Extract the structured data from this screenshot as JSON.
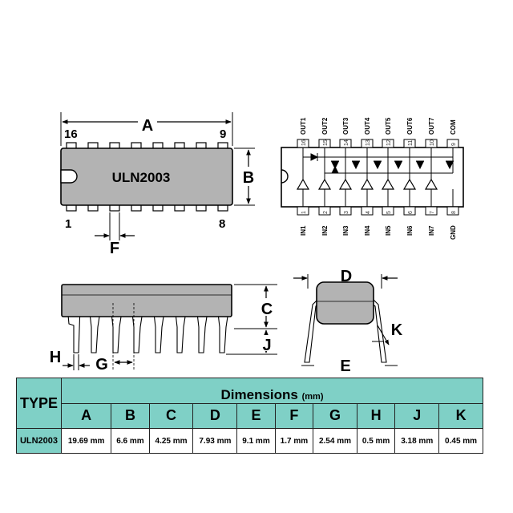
{
  "chip_name": "ULN2003",
  "top_view": {
    "pin_left_top": "16",
    "pin_right_top": "9",
    "pin_left_bottom": "1",
    "pin_right_bottom": "8",
    "dim_a": "A",
    "dim_b": "B",
    "dim_f": "F"
  },
  "schematic": {
    "top_pins": [
      {
        "label": "OUT1",
        "num": "16"
      },
      {
        "label": "OUT2",
        "num": "15"
      },
      {
        "label": "OUT3",
        "num": "14"
      },
      {
        "label": "OUT4",
        "num": "13"
      },
      {
        "label": "OUT5",
        "num": "12"
      },
      {
        "label": "OUT6",
        "num": "11"
      },
      {
        "label": "OUT7",
        "num": "10"
      },
      {
        "label": "COM",
        "num": "9"
      }
    ],
    "bottom_pins": [
      {
        "label": "IN1",
        "num": "1"
      },
      {
        "label": "IN2",
        "num": "2"
      },
      {
        "label": "IN3",
        "num": "3"
      },
      {
        "label": "IN4",
        "num": "4"
      },
      {
        "label": "IN5",
        "num": "5"
      },
      {
        "label": "IN6",
        "num": "6"
      },
      {
        "label": "IN7",
        "num": "7"
      },
      {
        "label": "GND",
        "num": "8"
      }
    ]
  },
  "side_view": {
    "dim_c": "C",
    "dim_g": "G",
    "dim_h": "H",
    "dim_j": "J"
  },
  "end_view": {
    "dim_d": "D",
    "dim_e": "E",
    "dim_k": "K"
  },
  "table": {
    "type_header": "TYPE",
    "title": "Dimensions",
    "unit": "(mm)",
    "columns": [
      "A",
      "B",
      "C",
      "D",
      "E",
      "F",
      "G",
      "H",
      "J",
      "K"
    ],
    "rows": [
      {
        "type": "ULN2003",
        "values": [
          "19.69 mm",
          "6.6 mm",
          "4.25 mm",
          "7.93 mm",
          "9.1 mm",
          "1.7 mm",
          "2.54 mm",
          "0.5 mm",
          "3.18 mm",
          "0.45 mm"
        ]
      }
    ]
  },
  "colors": {
    "body_gray": "#b3b3b3",
    "table_header": "#7fd0c6"
  }
}
